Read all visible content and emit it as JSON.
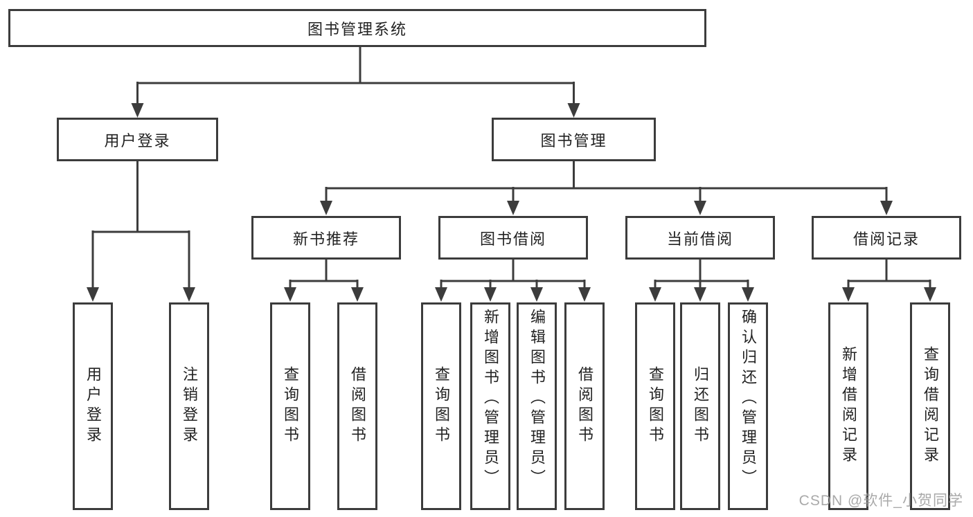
{
  "tree": {
    "root": "图书管理系统",
    "branches": [
      {
        "label": "用户登录",
        "children": [
          "用户登录",
          "注销登录"
        ]
      },
      {
        "label": "图书管理",
        "groups": [
          {
            "label": "新书推荐",
            "children": [
              "查询图书",
              "借阅图书"
            ]
          },
          {
            "label": "图书借阅",
            "children": [
              "查询图书",
              "新增图书（管理员）",
              "编辑图书（管理员）",
              "借阅图书"
            ]
          },
          {
            "label": "当前借阅",
            "children": [
              "查询图书",
              "归还图书",
              "确认归还（管理员）"
            ]
          },
          {
            "label": "借阅记录",
            "children": [
              "新增借阅记录",
              "查询借阅记录"
            ]
          }
        ]
      }
    ]
  },
  "watermark": "CSDN @软件_小贺同学",
  "colors": {
    "line": "#3c3c3c",
    "text": "#222222",
    "box_background": "#ffffff",
    "watermark": "#9b9b9b"
  }
}
